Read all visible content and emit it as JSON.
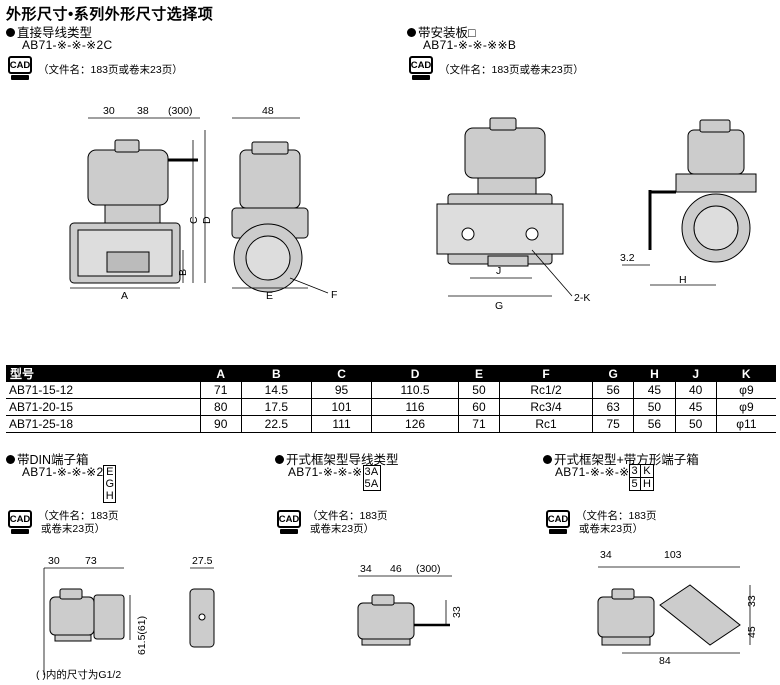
{
  "page_title": "外形尺寸•系列外形尺寸选择项",
  "sections": {
    "direct_wire": {
      "title": "直接导线类型",
      "model": "AB71-※-※-※2C"
    },
    "bracket": {
      "title": "带安装板□",
      "model": "AB71-※-※-※※B"
    },
    "din": {
      "title": "带DIN端子箱",
      "model": "AB71-※-※-※2",
      "options": [
        "E",
        "G",
        "H"
      ]
    },
    "open_frame": {
      "title": "开式框架型导线类型",
      "model": "AB71-※-※-※",
      "options": [
        "3A",
        "5A"
      ]
    },
    "open_frame_box": {
      "title": "开式框架型+带方形端子箱",
      "model": "AB71-※-※-※",
      "options": [
        "3",
        "K",
        "5",
        "H"
      ]
    }
  },
  "cad": {
    "icon_label": "CAD",
    "note_single": "（文件名：183页或卷末23页）",
    "note_line1": "（文件名：183页",
    "note_line2": "或卷末23页）"
  },
  "dims": {
    "d30": "30",
    "d38": "38",
    "d300": "(300)",
    "d48": "48",
    "A": "A",
    "B": "B",
    "C": "C",
    "D": "D",
    "E": "E",
    "F": "F",
    "G": "G",
    "H": "H",
    "J": "J",
    "twoK": "2-K",
    "d32": "3.2",
    "din_30": "30",
    "din_73": "73",
    "din_27_5": "27.5",
    "din_61": "61.5(61)",
    "din_note": "(    )内的尺寸为G1/2",
    "of_34": "34",
    "of_46": "46",
    "of_300": "(300)",
    "of_33": "33",
    "ob_34": "34",
    "ob_103": "103",
    "ob_33": "33",
    "ob_45": "45",
    "ob_84": "84"
  },
  "table": {
    "headers": [
      "型号",
      "A",
      "B",
      "C",
      "D",
      "E",
      "F",
      "G",
      "H",
      "J",
      "K"
    ],
    "rows": [
      [
        "AB71-15-12",
        "71",
        "14.5",
        "95",
        "110.5",
        "50",
        "Rc1/2",
        "56",
        "45",
        "40",
        "φ9"
      ],
      [
        "AB71-20-15",
        "80",
        "17.5",
        "101",
        "116",
        "60",
        "Rc3/4",
        "63",
        "50",
        "45",
        "φ9"
      ],
      [
        "AB71-25-18",
        "90",
        "22.5",
        "111",
        "126",
        "71",
        "Rc1",
        "75",
        "56",
        "50",
        "φ11"
      ]
    ]
  }
}
